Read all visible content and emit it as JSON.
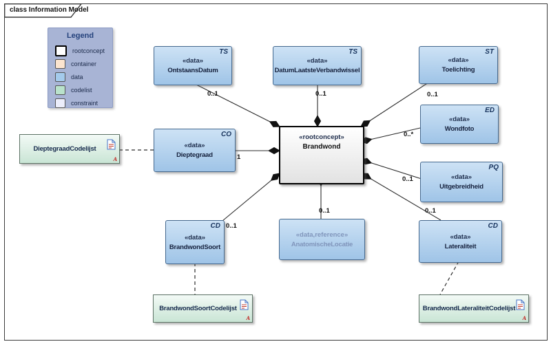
{
  "frame": {
    "label": "class Information Model"
  },
  "legend": {
    "title": "Legend",
    "items": [
      {
        "label": "rootconcept",
        "color": "#ffffff"
      },
      {
        "label": "container",
        "color": "#fbe4cf"
      },
      {
        "label": "data",
        "color": "#a4cbec"
      },
      {
        "label": "codelist",
        "color": "#b9e2cb"
      },
      {
        "label": "constraint",
        "color": "#eceefb"
      }
    ]
  },
  "root_node": {
    "stereotype": "«rootconcept»",
    "name": "Brandwond"
  },
  "nodes": [
    {
      "stereotype": "«data»",
      "name": "OntstaansDatum",
      "tag": "TS"
    },
    {
      "stereotype": "«data»",
      "name": "DatumLaatsteVerbandwissel",
      "tag": "TS"
    },
    {
      "stereotype": "«data»",
      "name": "Toelichting",
      "tag": "ST"
    },
    {
      "stereotype": "«data»",
      "name": "Wondfoto",
      "tag": "ED"
    },
    {
      "stereotype": "«data»",
      "name": "Uitgebreidheid",
      "tag": "PQ"
    },
    {
      "stereotype": "«data»",
      "name": "Lateraliteit",
      "tag": "CD"
    },
    {
      "stereotype": "«data»",
      "name": "Dieptegraad",
      "tag": "CO"
    },
    {
      "stereotype": "«data»",
      "name": "BrandwondSoort",
      "tag": "CD"
    },
    {
      "stereotype": "«data,reference»",
      "name": "AnatomischeLocatie",
      "tag": ""
    }
  ],
  "codelists": [
    {
      "name": "DieptegraadCodelijst",
      "marker": "A"
    },
    {
      "name": "BrandwondSoortCodelijst",
      "marker": "A"
    },
    {
      "name": "BrandwondLateraliteitCodelijst",
      "marker": "A"
    }
  ],
  "multiplicities": {
    "ontstaansdatum": "0..1",
    "datumlaatsteverbandwissel": "0..1",
    "toelichting": "0..1",
    "wondfoto": "0..*",
    "uitgebreidheid": "0..1",
    "lateraliteit": "0..1",
    "brandwondsoort": "0..1",
    "anatomischelocatie": "0..1",
    "dieptegraad": "1"
  },
  "colors": {
    "data_fill_top": "#cde2f5",
    "data_fill_bottom": "#9fc4e7",
    "data_border": "#44688e",
    "codelist_fill": "#c9e5d5",
    "codelist_border": "#5d7265",
    "root_border": "#000000",
    "legend_bg": "#a8b4d5",
    "connector": "#2a2a2a",
    "marker_red": "#c00000",
    "doc_icon_blue": "#4472c4"
  }
}
